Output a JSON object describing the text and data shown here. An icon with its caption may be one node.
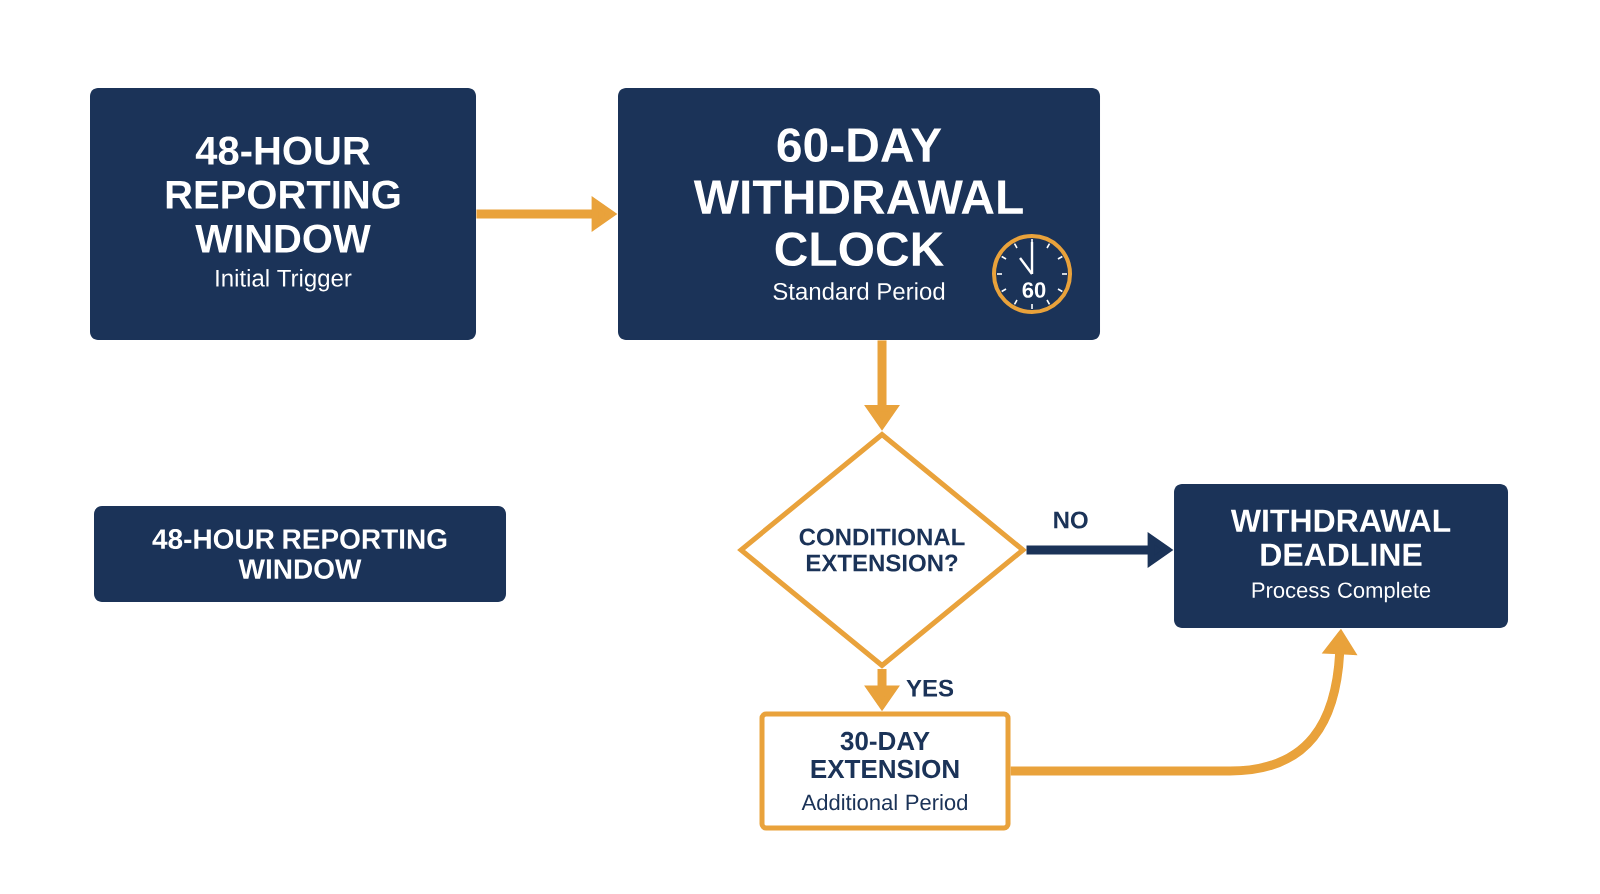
{
  "diagram": {
    "nodes": [
      {
        "text": [
          "48-HOUR REPORTING WINDOW",
          "Initial Trigger"
        ]
      },
      {
        "text": [
          "60-DAY WITHDRAWAL CLOCK",
          "Standard Period"
        ]
      },
      {
        "text": [
          "48-HOUR REPORTING WINDOW"
        ]
      },
      {
        "text": [
          "CONDITIONAL EXTENSION?"
        ]
      },
      {
        "text": [
          "WITHDRAWAL DEADLINE",
          "Process Complete"
        ]
      },
      {
        "text": [
          "30-DAY EXTENSION",
          "Additional Period"
        ]
      }
    ],
    "edges": [
      {
        "from": 0,
        "to": 1,
        "arrow": "to"
      },
      {
        "from": 1,
        "to": 3,
        "arrow": "to"
      },
      {
        "from": 3,
        "to": 4,
        "arrow": "to",
        "label": "NO",
        "color": "#1b3358"
      },
      {
        "from": 3,
        "to": 5,
        "arrow": "to",
        "label": "YES"
      },
      {
        "from": 5,
        "to": 4,
        "arrow": "to"
      }
    ],
    "labels": [
      "60"
    ]
  }
}
